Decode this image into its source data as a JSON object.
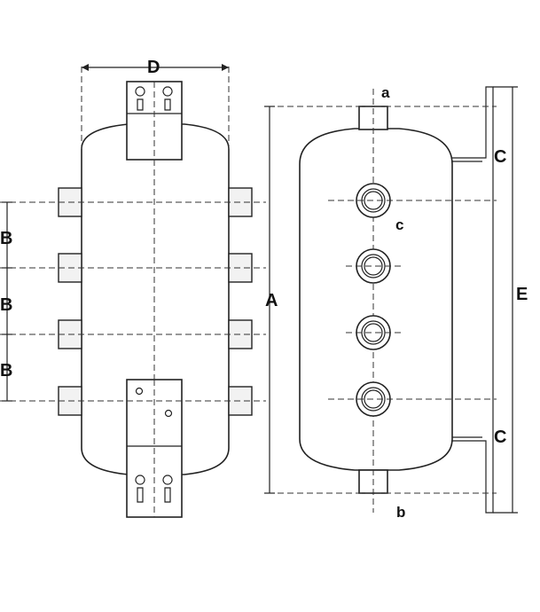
{
  "labels": {
    "D": "D",
    "B1": "B",
    "B2": "B",
    "B3": "B",
    "A": "A",
    "E": "E",
    "C_top": "C",
    "C_bottom": "C",
    "a": "a",
    "b": "b",
    "c": "c"
  },
  "colors": {
    "line": "#222222",
    "background": "#ffffff"
  }
}
